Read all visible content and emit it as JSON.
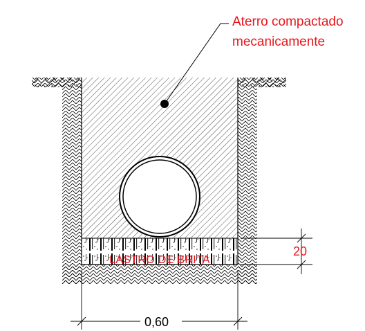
{
  "annotation": {
    "line1": "Aterro compactado",
    "line2": "mecanicamente"
  },
  "bedding_label": "LASTRO DE BRITA",
  "dimensions": {
    "width": "0,60",
    "bedding_thickness": "20"
  },
  "colors": {
    "annotation_text": "#e8141c",
    "linework": "#000000",
    "background": "#ffffff"
  }
}
